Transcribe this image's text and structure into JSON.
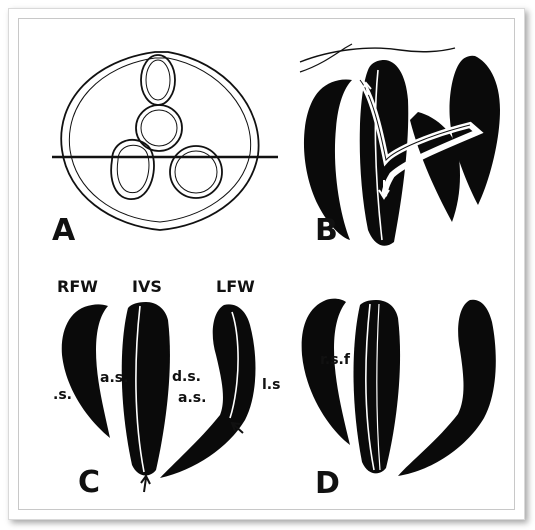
{
  "panels": {
    "a": {
      "letter": "A"
    },
    "b": {
      "letter": "B"
    },
    "c": {
      "letter": "C",
      "regions": [
        "RFW",
        "IVS",
        "LFW"
      ],
      "annotations": [
        ".s.",
        "a.s.",
        "d.s.",
        "a.s.",
        "l.s"
      ]
    },
    "d": {
      "letter": "D",
      "annotations": [
        "r.s.f"
      ]
    }
  },
  "colors": {
    "muscle": "#0a0a0a",
    "seam": "#ffffff",
    "line": "#111111"
  }
}
